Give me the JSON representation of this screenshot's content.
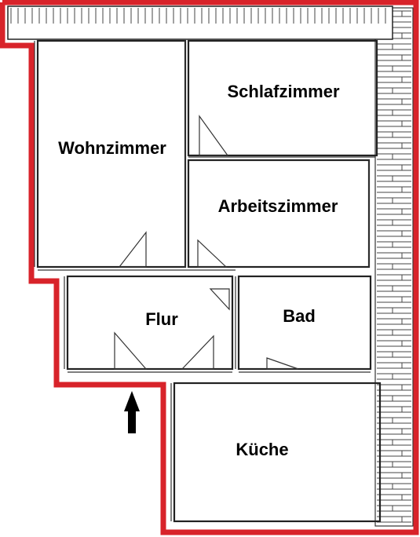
{
  "floorplan": {
    "outline_color": "#d8232a",
    "rooms": {
      "wohnzimmer": "Wohnzimmer",
      "schlafzimmer": "Schlafzimmer",
      "arbeitszimmer": "Arbeitszimmer",
      "flur": "Flur",
      "bad": "Bad",
      "kueche": "Küche"
    },
    "entrance_icon": "arrow-up-icon"
  }
}
